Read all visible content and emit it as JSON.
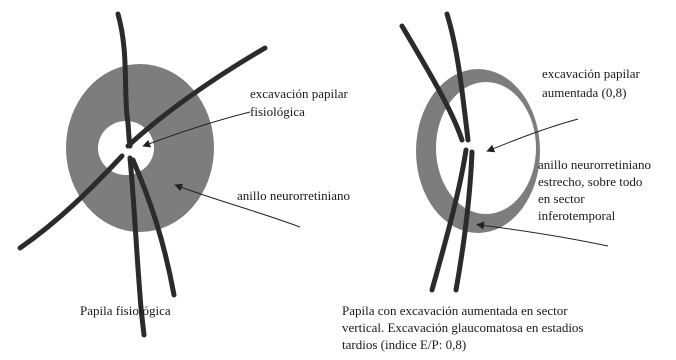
{
  "left_figure": {
    "label_cup": [
      "excavación papilar",
      "fisiológica"
    ],
    "label_rim": "anillo neurorretiniano",
    "caption": "Papila fisiológica"
  },
  "right_figure": {
    "label_cup": [
      "excavación papilar",
      "aumentada (0,8)"
    ],
    "label_rim": [
      "anillo neurorretiniano",
      "estrecho, sobre todo",
      "en sector",
      "inferotemporal"
    ],
    "caption": [
      "Papila con excavación aumentada en sector",
      "vertical. Excavación glaucomatosa en estadios",
      "tardios (indice E/P: 0,8)"
    ]
  },
  "colors": {
    "rim": "#7d7d7d",
    "cup": "#ffffff",
    "vessel": "#2b2b2b",
    "text": "#1a1a1a"
  }
}
